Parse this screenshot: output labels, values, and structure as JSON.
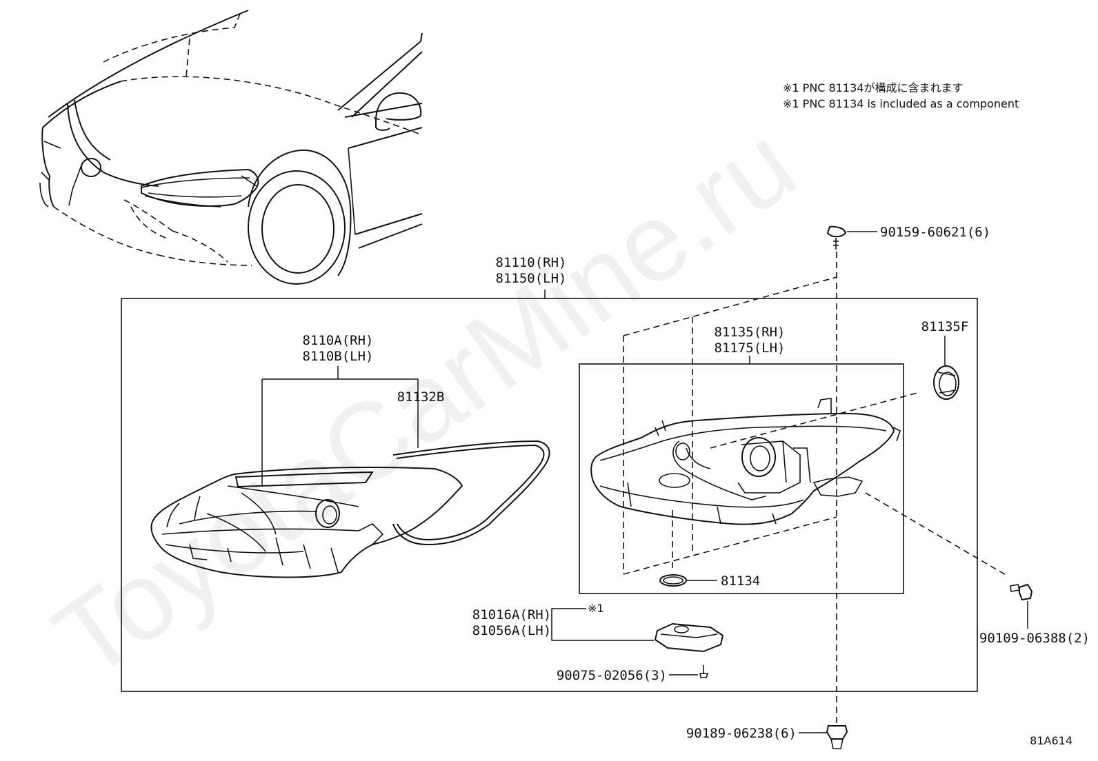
{
  "notes": {
    "line_jp": "※1 PNC 81134が構成に含まれます",
    "line_en": "※1 PNC 81134 is included as a component"
  },
  "watermark": "ToyotaCarMine.ru",
  "diagram_code": "81A614",
  "callouts": {
    "assembly_rh": "81110(RH)",
    "assembly_lh": "81150(LH)",
    "lens_rh": "8110A(RH)",
    "lens_lh": "8110B(LH)",
    "gasket": "81132B",
    "reflector_rh": "81135(RH)",
    "reflector_lh": "81175(LH)",
    "cap": "81135F",
    "bulb_ring": "81134",
    "computer_rh": "81016A(RH)",
    "computer_lh": "81056A(LH)",
    "component_mark": "※1",
    "screw_top": "90159-60621(6)",
    "bolt_right": "90109-06388(2)",
    "screw_computer": "90075-02056(3)",
    "clip_bottom": "90189-06238(6)"
  }
}
